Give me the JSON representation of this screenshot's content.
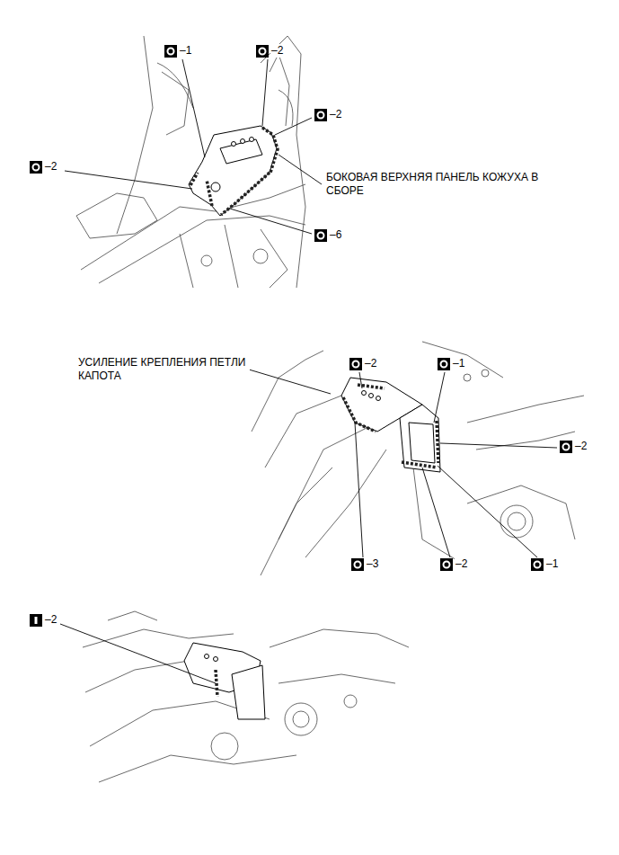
{
  "diagram": {
    "labels": [
      "–1",
      "–2",
      "–2",
      "–2",
      "БОКОВАЯ ВЕРХНЯЯ ПАНЕЛЬ КОЖУХА В СБОРЕ",
      "–6",
      "–2",
      "–1",
      "УСИЛЕНИЕ КРЕПЛЕНИЯ ПЕТЛИ КАПОТА",
      "–2",
      "–3",
      "–2",
      "–1",
      "–2"
    ]
  }
}
